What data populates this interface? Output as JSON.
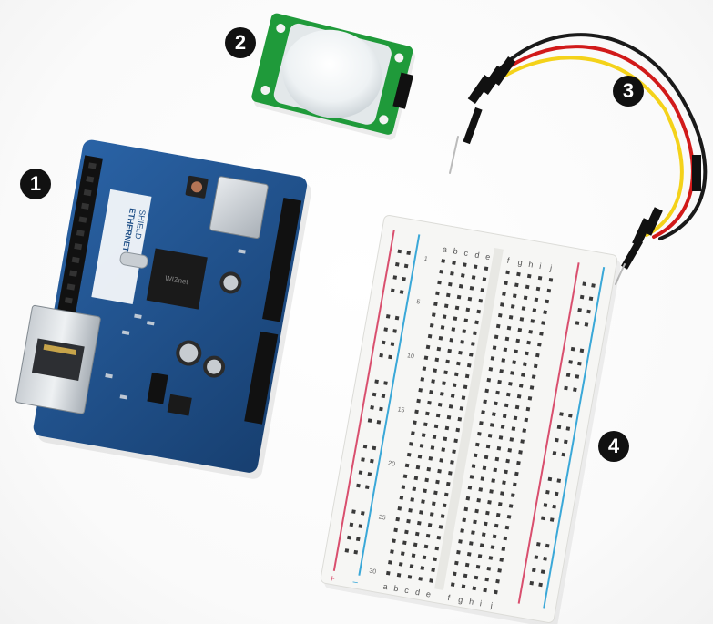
{
  "callouts": {
    "one": "1",
    "two": "2",
    "three": "3",
    "four": "4"
  },
  "shield": {
    "board_text_1": "ETHERNET",
    "board_text_2": "SHIELD",
    "chip_text": "WIZnet"
  },
  "breadboard": {
    "left_letters": [
      "a",
      "b",
      "c",
      "d",
      "e"
    ],
    "right_letters": [
      "f",
      "g",
      "h",
      "i",
      "j"
    ],
    "row_count": 30,
    "rail_plus": "+",
    "rail_minus": "−"
  },
  "colors": {
    "shield_blue": "#1d4e86",
    "sensor_green": "#1f9a3a",
    "wire_black": "#1a1a1a",
    "wire_red": "#d11a1a",
    "wire_yellow": "#f4d21a",
    "rail_red": "#d94f6e",
    "rail_blue": "#3aa8d8"
  }
}
